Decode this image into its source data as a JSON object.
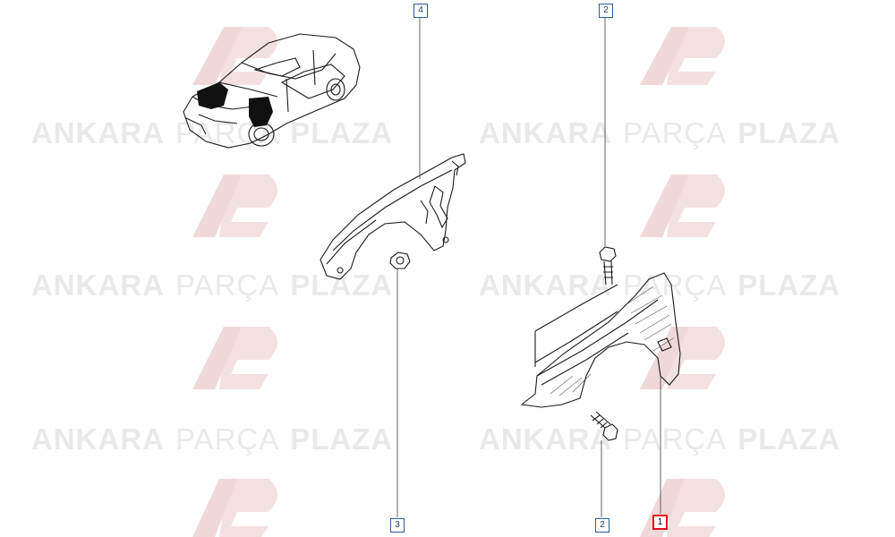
{
  "watermark": {
    "word_1": "ANKARA",
    "word_2": "PARÇA",
    "word_3": "PLAZA",
    "color_text": "#e9e9e9",
    "color_logo": "#f0d6d6"
  },
  "callouts": [
    {
      "id": "callout-4",
      "label": "4",
      "active": false
    },
    {
      "id": "callout-2-top",
      "label": "2",
      "active": false
    },
    {
      "id": "callout-3",
      "label": "3",
      "active": false
    },
    {
      "id": "callout-2-bottom",
      "label": "2",
      "active": false
    },
    {
      "id": "callout-1",
      "label": "1",
      "active": true
    }
  ],
  "colors": {
    "line": "#1a1a1a",
    "leader": "#555555",
    "callout_border": "#2a5c8a",
    "active_border": "#e3101d"
  }
}
